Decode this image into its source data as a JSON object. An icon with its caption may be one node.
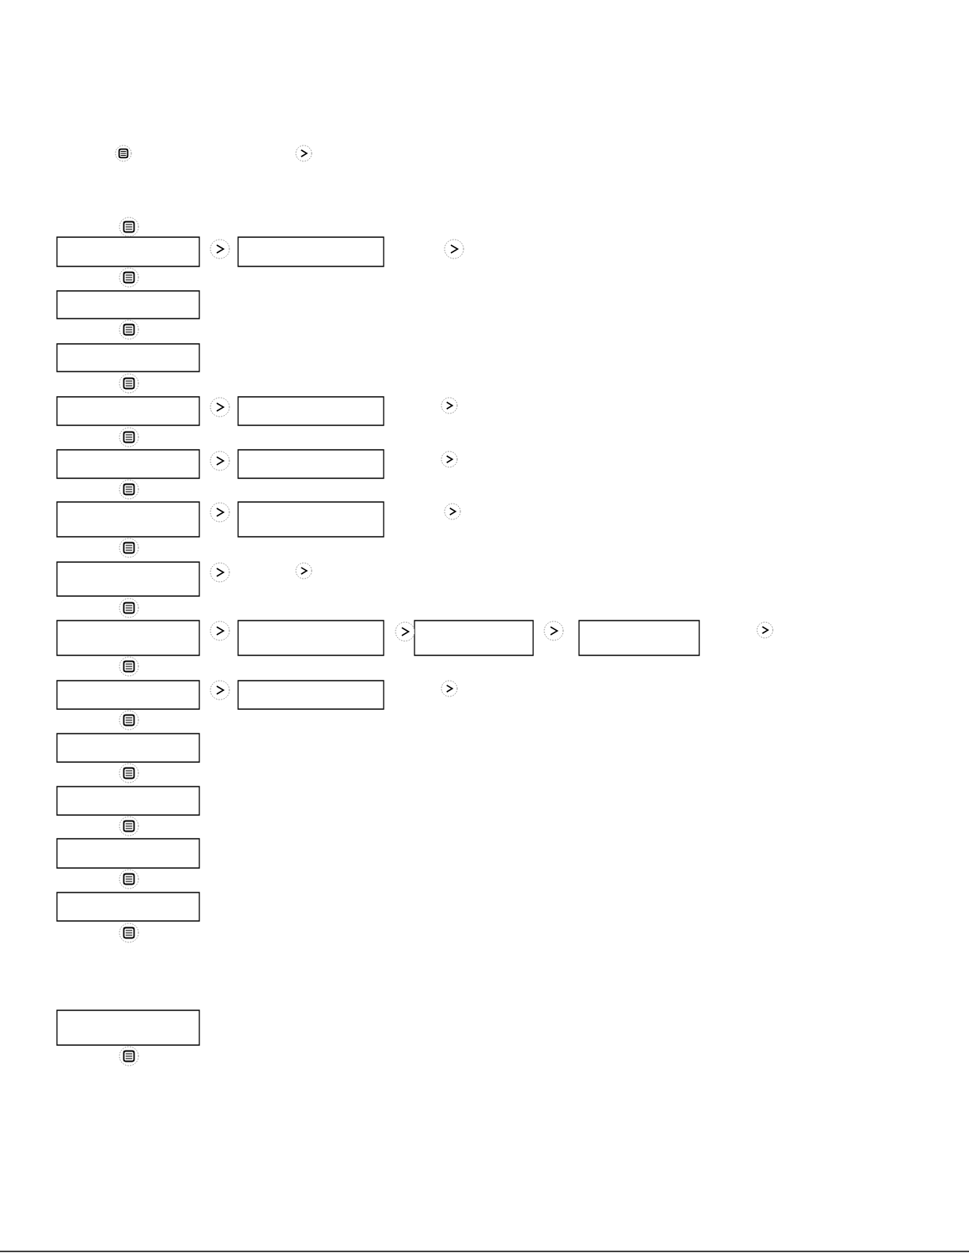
{
  "diagram": {
    "nodes": [
      {
        "text": [],
        "shape": "box"
      },
      {
        "text": [],
        "shape": "box"
      },
      {
        "text": [],
        "shape": "box"
      },
      {
        "text": [],
        "shape": "box"
      },
      {
        "text": [],
        "shape": "box"
      },
      {
        "text": [],
        "shape": "box"
      },
      {
        "text": [],
        "shape": "box"
      },
      {
        "text": [],
        "shape": "box"
      },
      {
        "text": [],
        "shape": "box"
      },
      {
        "text": [],
        "shape": "box"
      },
      {
        "text": [],
        "shape": "box"
      },
      {
        "text": [],
        "shape": "box"
      },
      {
        "text": [],
        "shape": "box"
      },
      {
        "text": [],
        "shape": "box"
      },
      {
        "text": [],
        "shape": "box"
      },
      {
        "text": [],
        "shape": "box"
      },
      {
        "text": [],
        "shape": "box"
      },
      {
        "text": [],
        "shape": "box"
      },
      {
        "text": [],
        "shape": "box"
      },
      {
        "text": [],
        "shape": "box"
      },
      {
        "text": [],
        "shape": "box"
      },
      {
        "text": [],
        "shape": "box"
      }
    ]
  }
}
